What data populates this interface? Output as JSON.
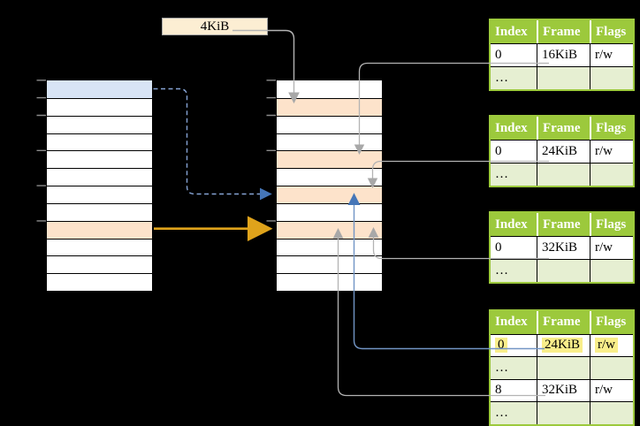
{
  "diagram": {
    "page_size_label": "4KiB",
    "left_stack": {
      "rows": 12,
      "blue_row": 0,
      "orange_row": 8
    },
    "right_stack": {
      "rows": 12,
      "orange_rows": [
        1,
        4,
        6,
        8
      ]
    },
    "colors": {
      "header_green": "#9cc93c",
      "row_light_green": "#e6efd2",
      "cell_orange": "#fde3cb",
      "cell_blue": "#d8e4f5",
      "label_cream": "#fceed3",
      "highlight_yellow": "#f9ee8a",
      "arrow_gray": "#b3b3b3",
      "arrow_blue": "#4576b8",
      "arrow_gold": "#dfa31b"
    },
    "tables": [
      {
        "headers": [
          "Index",
          "Frame",
          "Flags"
        ],
        "rows": [
          [
            "0",
            "16KiB",
            "r/w"
          ],
          [
            "…",
            "",
            ""
          ]
        ]
      },
      {
        "headers": [
          "Index",
          "Frame",
          "Flags"
        ],
        "rows": [
          [
            "0",
            "24KiB",
            "r/w"
          ],
          [
            "…",
            "",
            ""
          ]
        ]
      },
      {
        "headers": [
          "Index",
          "Frame",
          "Flags"
        ],
        "rows": [
          [
            "0",
            "32KiB",
            "r/w"
          ],
          [
            "…",
            "",
            ""
          ]
        ]
      },
      {
        "headers": [
          "Index",
          "Frame",
          "Flags"
        ],
        "rows": [
          [
            "0",
            "24KiB",
            "r/w"
          ],
          [
            "…",
            "",
            ""
          ],
          [
            "8",
            "32KiB",
            "r/w"
          ],
          [
            "…",
            "",
            ""
          ]
        ],
        "highlighted_row": 0
      }
    ]
  }
}
